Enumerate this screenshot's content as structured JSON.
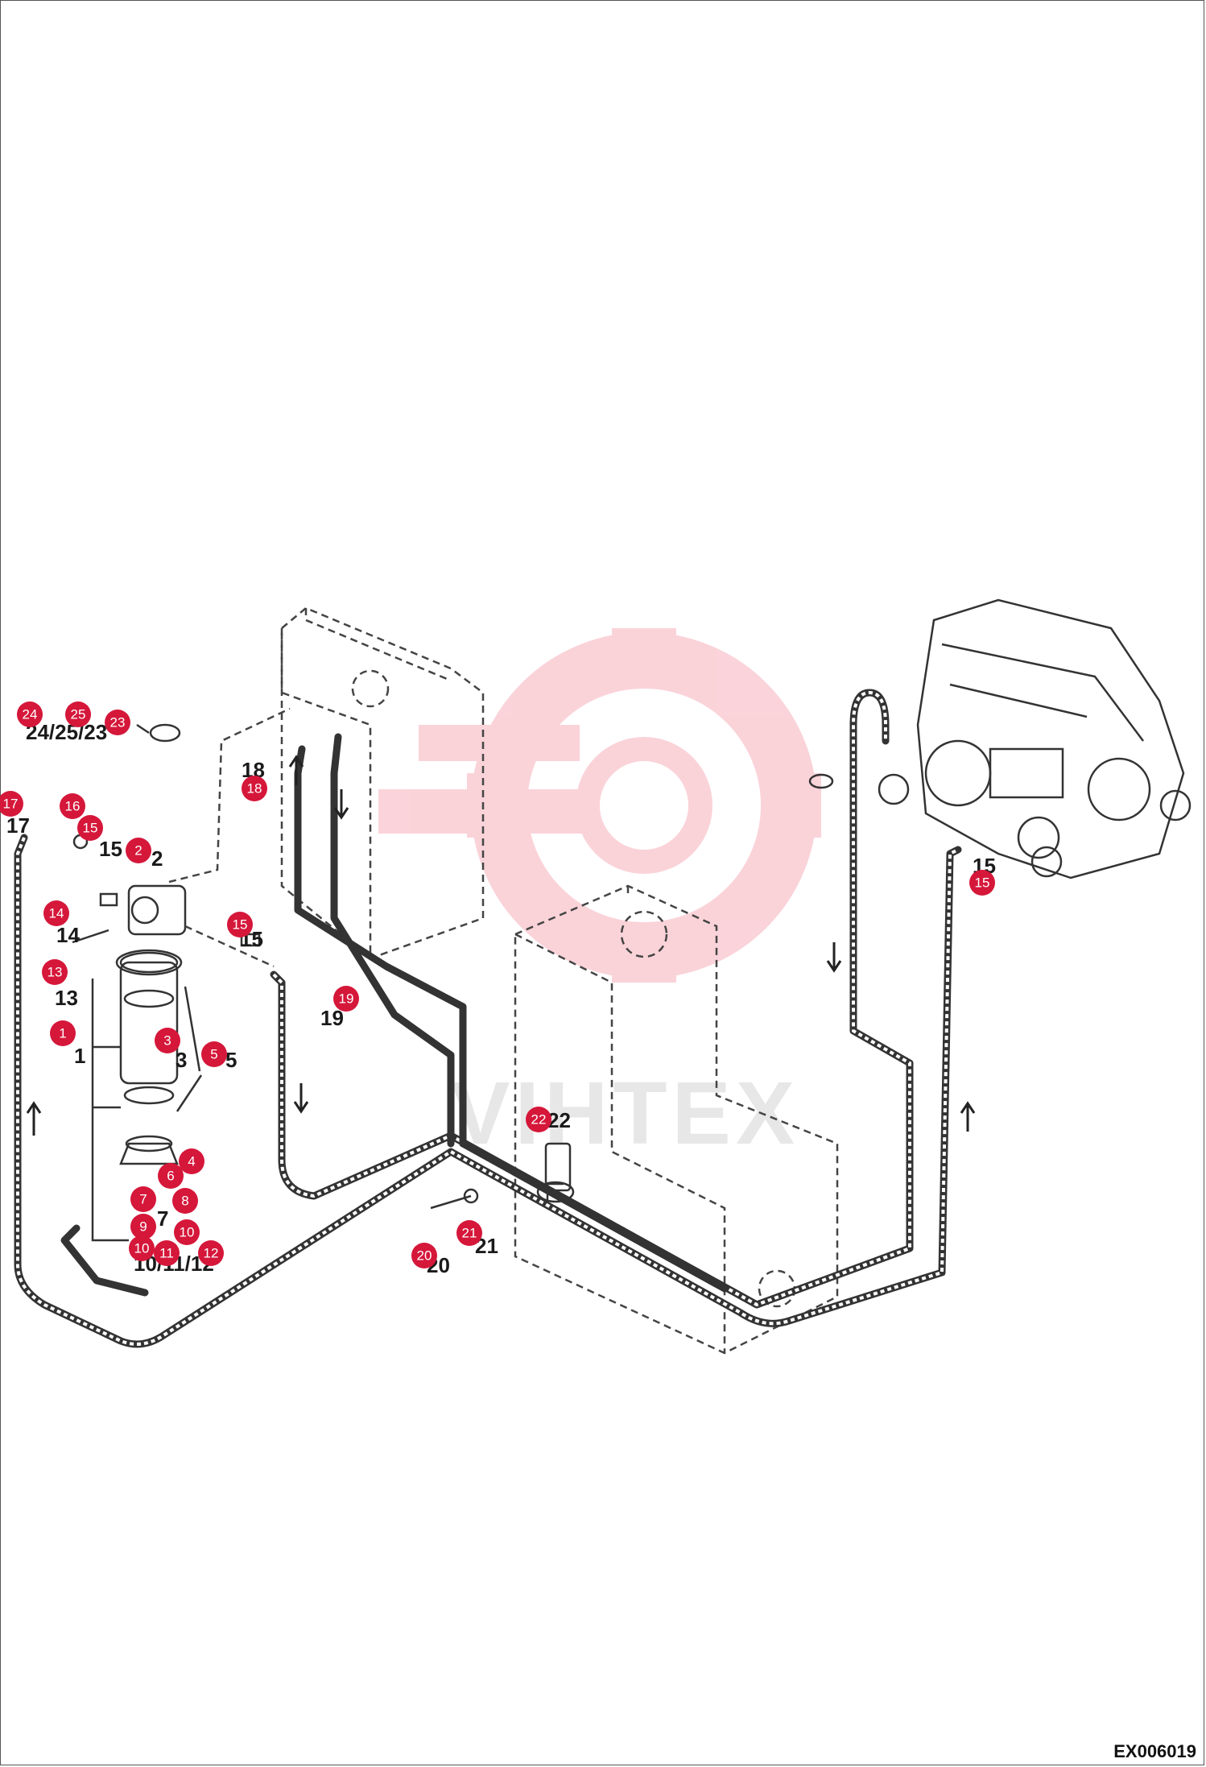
{
  "drawing_code": "EX006019",
  "watermark": "VIHTEX",
  "markers": [
    {
      "id": "marker-24",
      "label": "24"
    },
    {
      "id": "marker-25",
      "label": "25"
    },
    {
      "id": "marker-23",
      "label": "23"
    },
    {
      "id": "marker-17",
      "label": "17"
    },
    {
      "id": "marker-16",
      "label": "16"
    },
    {
      "id": "marker-15a",
      "label": "15"
    },
    {
      "id": "marker-2",
      "label": "2"
    },
    {
      "id": "marker-14",
      "label": "14"
    },
    {
      "id": "marker-13",
      "label": "13"
    },
    {
      "id": "marker-15b",
      "label": "15"
    },
    {
      "id": "marker-19",
      "label": "19"
    },
    {
      "id": "marker-18",
      "label": "18"
    },
    {
      "id": "marker-1",
      "label": "1"
    },
    {
      "id": "marker-3",
      "label": "3"
    },
    {
      "id": "marker-5",
      "label": "5"
    },
    {
      "id": "marker-4",
      "label": "4"
    },
    {
      "id": "marker-6",
      "label": "6"
    },
    {
      "id": "marker-7",
      "label": "7"
    },
    {
      "id": "marker-8",
      "label": "8"
    },
    {
      "id": "marker-9",
      "label": "9"
    },
    {
      "id": "marker-10a",
      "label": "10"
    },
    {
      "id": "marker-10b",
      "label": "10"
    },
    {
      "id": "marker-11",
      "label": "11"
    },
    {
      "id": "marker-12",
      "label": "12"
    },
    {
      "id": "marker-22",
      "label": "22"
    },
    {
      "id": "marker-21",
      "label": "21"
    },
    {
      "id": "marker-20",
      "label": "20"
    },
    {
      "id": "marker-15c",
      "label": "15"
    }
  ],
  "part_numbers": [
    {
      "id": "num-24-25-23",
      "label": "24/25/23"
    },
    {
      "id": "num-17",
      "label": "17"
    },
    {
      "id": "num-15a",
      "label": "15"
    },
    {
      "id": "num-2",
      "label": "2"
    },
    {
      "id": "num-14",
      "label": "14"
    },
    {
      "id": "num-13",
      "label": "13"
    },
    {
      "id": "num-15b",
      "label": "15"
    },
    {
      "id": "num-19",
      "label": "19"
    },
    {
      "id": "num-18",
      "label": "18"
    },
    {
      "id": "num-1",
      "label": "1"
    },
    {
      "id": "num-3",
      "label": "3"
    },
    {
      "id": "num-5",
      "label": "5"
    },
    {
      "id": "num-7",
      "label": "7"
    },
    {
      "id": "num-10-11-12",
      "label": "10/11/12"
    },
    {
      "id": "num-22",
      "label": "22"
    },
    {
      "id": "num-21",
      "label": "21"
    },
    {
      "id": "num-20",
      "label": "20"
    },
    {
      "id": "num-15c",
      "label": "15"
    }
  ]
}
